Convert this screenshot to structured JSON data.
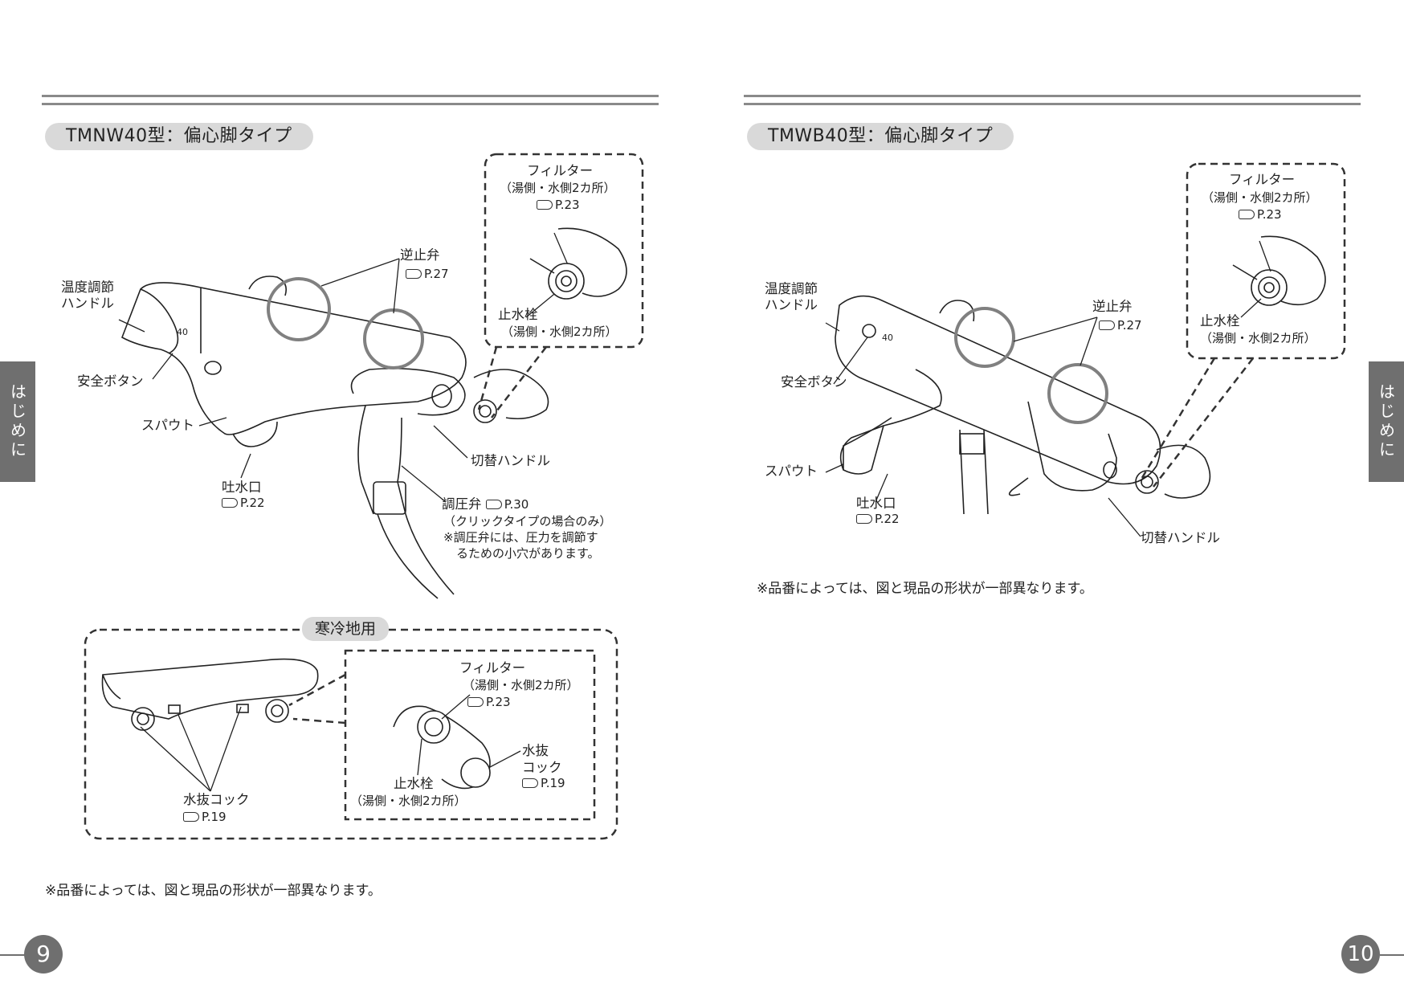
{
  "left_page": {
    "section_title": "TMNW40型：偏心脚タイプ",
    "labels": {
      "temp_handle": "温度調節\nハンドル",
      "safety_button": "安全ボタン",
      "spout": "スパウト",
      "outlet": "吐水口",
      "outlet_ref": "P.22",
      "check_valve": "逆止弁",
      "check_valve_ref": "P.27",
      "switch_handle": "切替ハンドル",
      "pressure_valve": "調圧弁",
      "pressure_valve_ref": "P.30",
      "pressure_note1": "（クリックタイプの場合のみ）",
      "pressure_note2": "※調圧弁には、圧力を調節す",
      "pressure_note3": "るための小穴があります。",
      "filter": "フィルター",
      "filter_sub": "（湯側・水側2カ所）",
      "filter_ref": "P.23",
      "stop_valve": "止水栓",
      "stop_valve_sub": "（湯側・水側2カ所）",
      "dial_mark": "40"
    },
    "cold_area": {
      "title": "寒冷地用",
      "filter": "フィルター",
      "filter_sub": "（湯側・水側2カ所）",
      "filter_ref": "P.23",
      "drain_cock": "水抜",
      "drain_cock2": "コック",
      "drain_cock_ref": "P.19",
      "stop_valve": "止水栓",
      "stop_valve_sub": "（湯側・水側2カ所）",
      "drain_cock_main": "水抜コック",
      "drain_cock_main_ref": "P.19"
    },
    "footnote": "※品番によっては、図と現品の形状が一部異なります。",
    "page_number": "9",
    "side_tab": "はじめに"
  },
  "right_page": {
    "section_title": "TMWB40型：偏心脚タイプ",
    "labels": {
      "temp_handle": "温度調節\nハンドル",
      "safety_button": "安全ボタン",
      "spout": "スパウト",
      "outlet": "吐水口",
      "outlet_ref": "P.22",
      "check_valve": "逆止弁",
      "check_valve_ref": "P.27",
      "switch_handle": "切替ハンドル",
      "filter": "フィルター",
      "filter_sub": "（湯側・水側2カ所）",
      "filter_ref": "P.23",
      "stop_valve": "止水栓",
      "stop_valve_sub": "（湯側・水側2カ所）",
      "dial_mark": "40"
    },
    "footnote": "※品番によっては、図と現品の形状が一部異なります。",
    "page_number": "10",
    "side_tab": "はじめに"
  },
  "colors": {
    "rule": "#8a8a8a",
    "pill": "#d9d9d9",
    "tab": "#6f6f6f",
    "line": "#222222",
    "circle": "#808080"
  },
  "icons": [
    "hand-pointer-icon"
  ]
}
